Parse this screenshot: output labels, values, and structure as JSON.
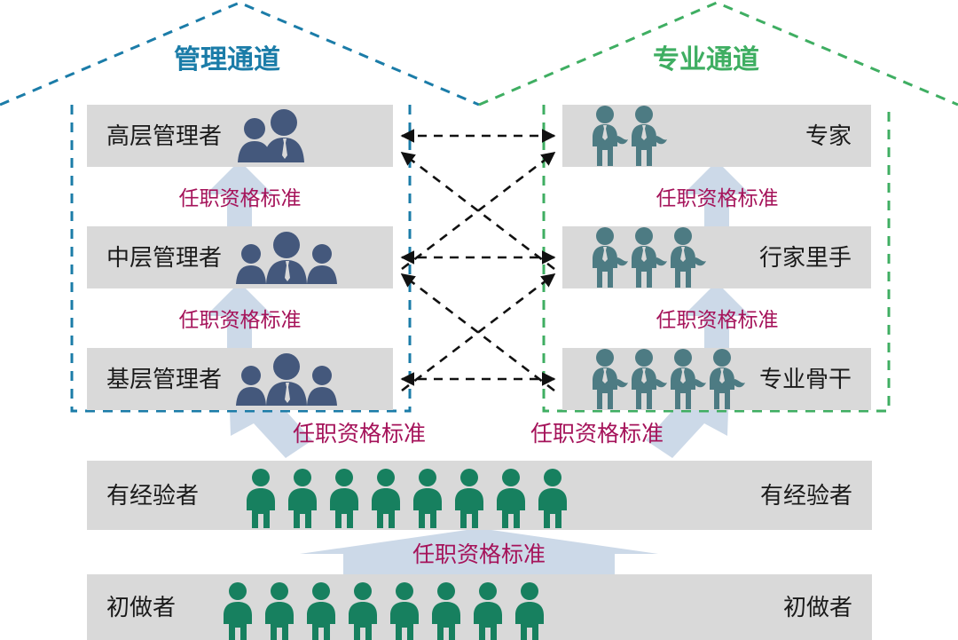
{
  "diagram": {
    "title_management": "管理通道",
    "title_professional": "专业通道",
    "colors": {
      "management_accent": "#1b7ca8",
      "professional_accent": "#3fae62",
      "box_fill": "#d9d9d9",
      "qualification_text": "#a5135a",
      "manager_figure": "#44587c",
      "specialist_figure": "#4d7b83",
      "staff_figure": "#17805f",
      "block_arrow": "#ccd9e8",
      "connector": "#1a1a1a"
    }
  },
  "management_channel": {
    "title": "管理通道",
    "levels": [
      {
        "label": "高层管理者",
        "figure_count": 2,
        "figure_kind": "manager-silhouette"
      },
      {
        "label": "中层管理者",
        "figure_count": 3,
        "figure_kind": "manager-silhouette"
      },
      {
        "label": "基层管理者",
        "figure_count": 3,
        "figure_kind": "manager-silhouette"
      }
    ]
  },
  "professional_channel": {
    "title": "专业通道",
    "levels": [
      {
        "label": "专家",
        "figure_count": 2,
        "figure_kind": "specialist-silhouette"
      },
      {
        "label": "行家里手",
        "figure_count": 3,
        "figure_kind": "specialist-silhouette"
      },
      {
        "label": "专业骨干",
        "figure_count": 4,
        "figure_kind": "specialist-silhouette"
      }
    ]
  },
  "shared_base": {
    "levels": [
      {
        "label_left": "有经验者",
        "label_right": "有经验者",
        "figure_count": 8,
        "figure_kind": "staff-silhouette"
      },
      {
        "label_left": "初做者",
        "label_right": "初做者",
        "figure_count": 8,
        "figure_kind": "staff-silhouette"
      }
    ]
  },
  "qualification_labels": {
    "mgmt_top": "任职资格标准",
    "mgmt_mid": "任职资格标准",
    "prof_top": "任职资格标准",
    "prof_mid": "任职资格标准",
    "base_left": "任职资格标准",
    "base_right": "任职资格标准",
    "base_center": "任职资格标准"
  }
}
